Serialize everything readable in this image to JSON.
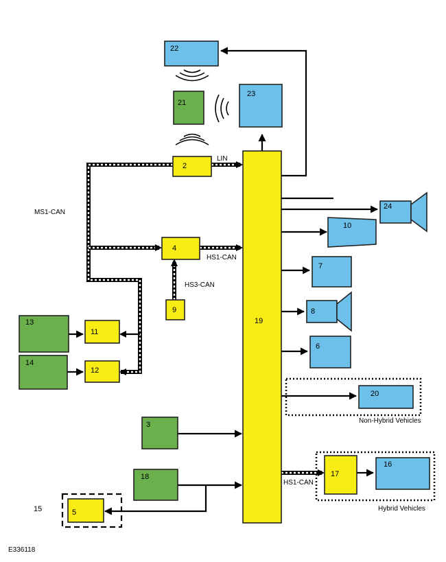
{
  "colors": {
    "module_yellow": "#f7ec13",
    "sensor_green": "#6ab04c",
    "output_blue": "#6cc0ea"
  },
  "modules": {
    "m2": "2",
    "m3": "3",
    "m4": "4",
    "m5": "5",
    "m6": "6",
    "m7": "7",
    "m8": "8",
    "m9": "9",
    "m10": "10",
    "m11": "11",
    "m12": "12",
    "m13": "13",
    "m14": "14",
    "m15": "15",
    "m16": "16",
    "m17": "17",
    "m18": "18",
    "m19": "19",
    "m20": "20",
    "m21": "21",
    "m22": "22",
    "m23": "23",
    "m24": "24"
  },
  "connections": {
    "lin": "LIN",
    "ms1_can": "MS1-CAN",
    "hs1_can_top": "HS1-CAN",
    "hs3_can": "HS3-CAN",
    "hs1_can_bottom": "HS1-CAN"
  },
  "groups": {
    "non_hybrid": "Non-Hybrid Vehicles",
    "hybrid": "Hybrid Vehicles"
  },
  "figure_id": "E336118"
}
